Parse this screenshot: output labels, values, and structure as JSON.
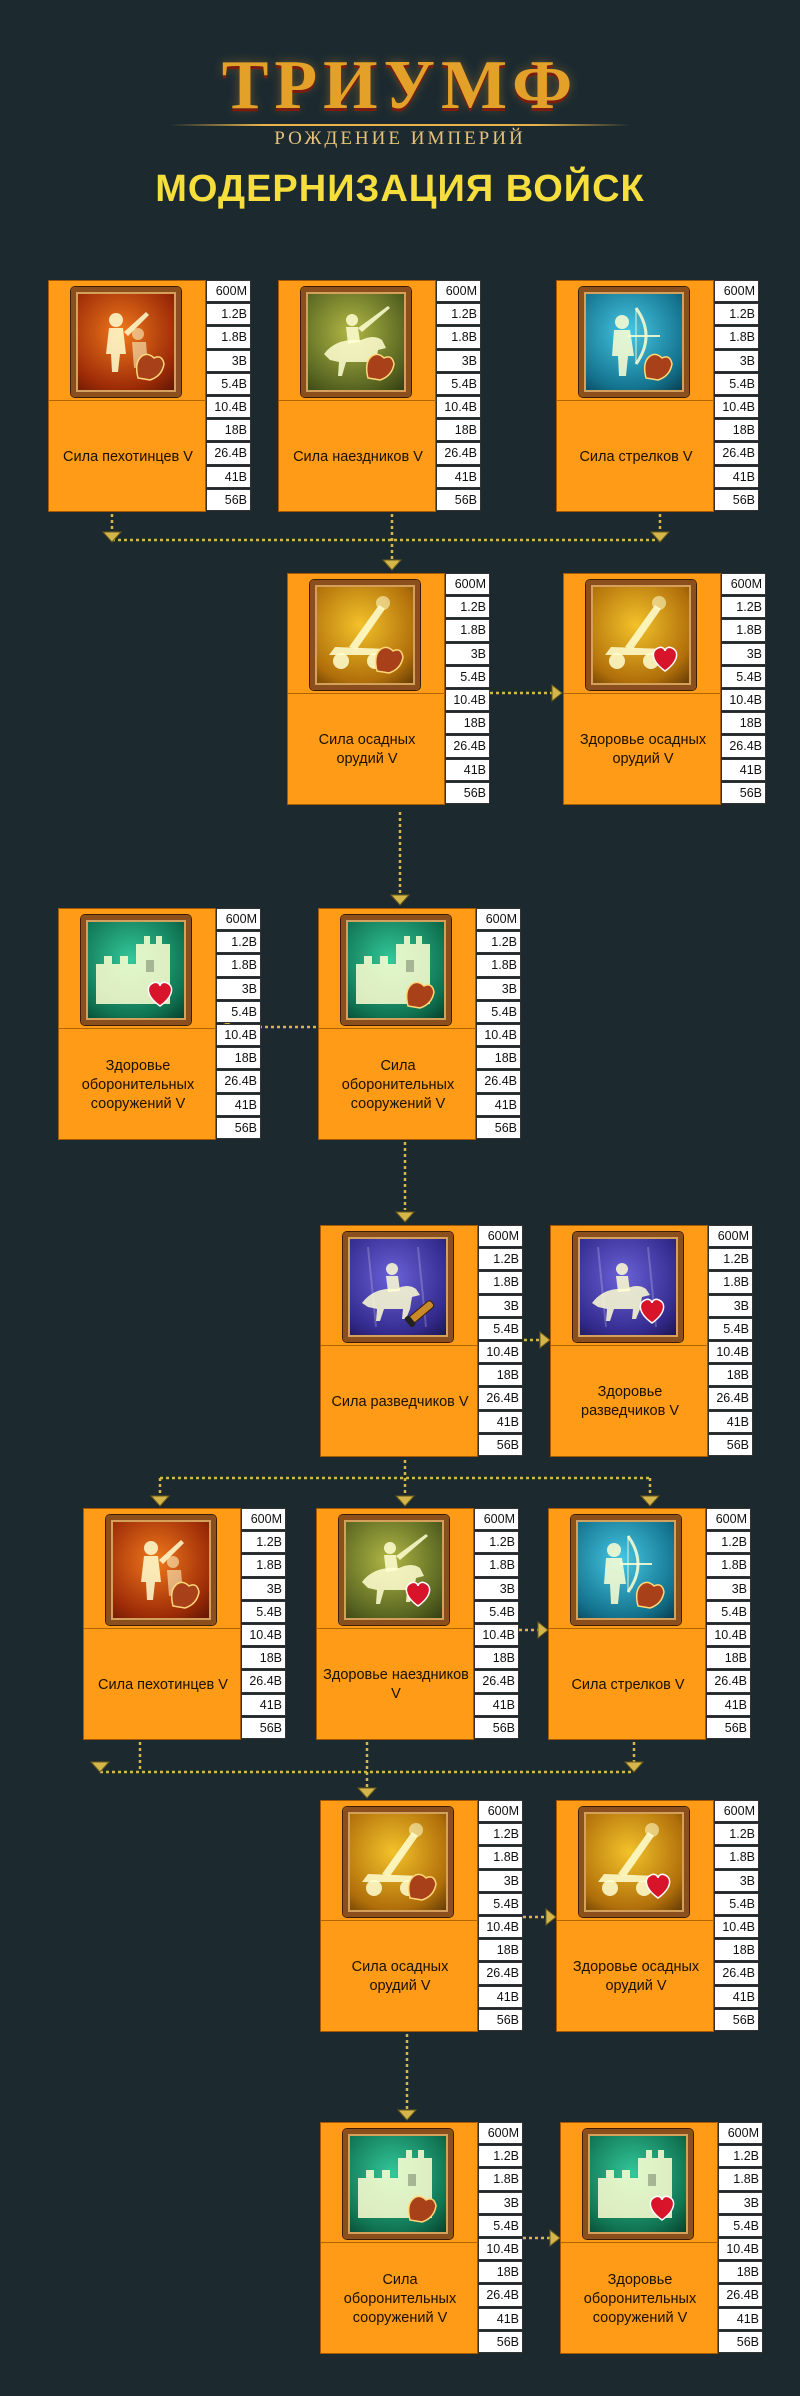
{
  "header": {
    "logo_title": "ТРИУМФ",
    "logo_subtitle": "РОЖДЕНИЕ ИМПЕРИЙ",
    "headline": "МОДЕРНИЗАЦИЯ ВОЙСК"
  },
  "costs": [
    "600M",
    "1.2B",
    "1.8B",
    "3B",
    "5.4B",
    "10.4B",
    "18B",
    "26.4B",
    "41B",
    "56B"
  ],
  "colors": {
    "card": "#ff9b16",
    "headline": "#f6df3c",
    "arrow": "#d4b64a",
    "background": "#1c2a30"
  },
  "cards": [
    {
      "id": "r1c1",
      "label": "Сила пехотинцев V",
      "icon": "infantry-icon",
      "badge": "strength-icon",
      "theme": "red"
    },
    {
      "id": "r1c2",
      "label": "Сила наездников V",
      "icon": "rider-icon",
      "badge": "strength-icon",
      "theme": "green"
    },
    {
      "id": "r1c3",
      "label": "Сила стрелков V",
      "icon": "archer-icon",
      "badge": "strength-icon",
      "theme": "cyan"
    },
    {
      "id": "r2c1",
      "label": "Сила осадных орудий V",
      "icon": "siege-icon",
      "badge": "strength-icon",
      "theme": "gold"
    },
    {
      "id": "r2c2",
      "label": "Здоровье осадных орудий V",
      "icon": "siege-icon",
      "badge": "heart-icon",
      "theme": "gold"
    },
    {
      "id": "r3c1",
      "label": "Здоровье оборонительных сооружений V",
      "icon": "wall-icon",
      "badge": "heart-icon",
      "theme": "teal"
    },
    {
      "id": "r3c2",
      "label": "Сила оборонительных сооружений V",
      "icon": "wall-icon",
      "badge": "strength-icon",
      "theme": "teal"
    },
    {
      "id": "r4c1",
      "label": "Сила разведчиков V",
      "icon": "scout-icon",
      "badge": "spyglass-icon",
      "theme": "purple"
    },
    {
      "id": "r4c2",
      "label": "Здоровье разведчиков V",
      "icon": "scout-icon",
      "badge": "heart-icon",
      "theme": "purple"
    },
    {
      "id": "r5c1",
      "label": "Сила пехотинцев V",
      "icon": "infantry-icon",
      "badge": "strength-icon",
      "theme": "red"
    },
    {
      "id": "r5c2",
      "label": "Здоровье наездников V",
      "icon": "rider-icon",
      "badge": "heart-icon",
      "theme": "green"
    },
    {
      "id": "r5c3",
      "label": "Сила стрелков V",
      "icon": "archer-icon",
      "badge": "strength-icon",
      "theme": "cyan"
    },
    {
      "id": "r6c1",
      "label": "Сила осадных орудий V",
      "icon": "siege-icon",
      "badge": "strength-icon",
      "theme": "gold"
    },
    {
      "id": "r6c2",
      "label": "Здоровье осадных орудий V",
      "icon": "siege-icon",
      "badge": "heart-icon",
      "theme": "gold"
    },
    {
      "id": "r7c1",
      "label": "Сила оборонительных сооружений V",
      "icon": "wall-icon",
      "badge": "strength-icon",
      "theme": "teal"
    },
    {
      "id": "r7c2",
      "label": "Здоровье оборонительных сооружений V",
      "icon": "wall-icon",
      "badge": "heart-icon",
      "theme": "teal"
    }
  ]
}
